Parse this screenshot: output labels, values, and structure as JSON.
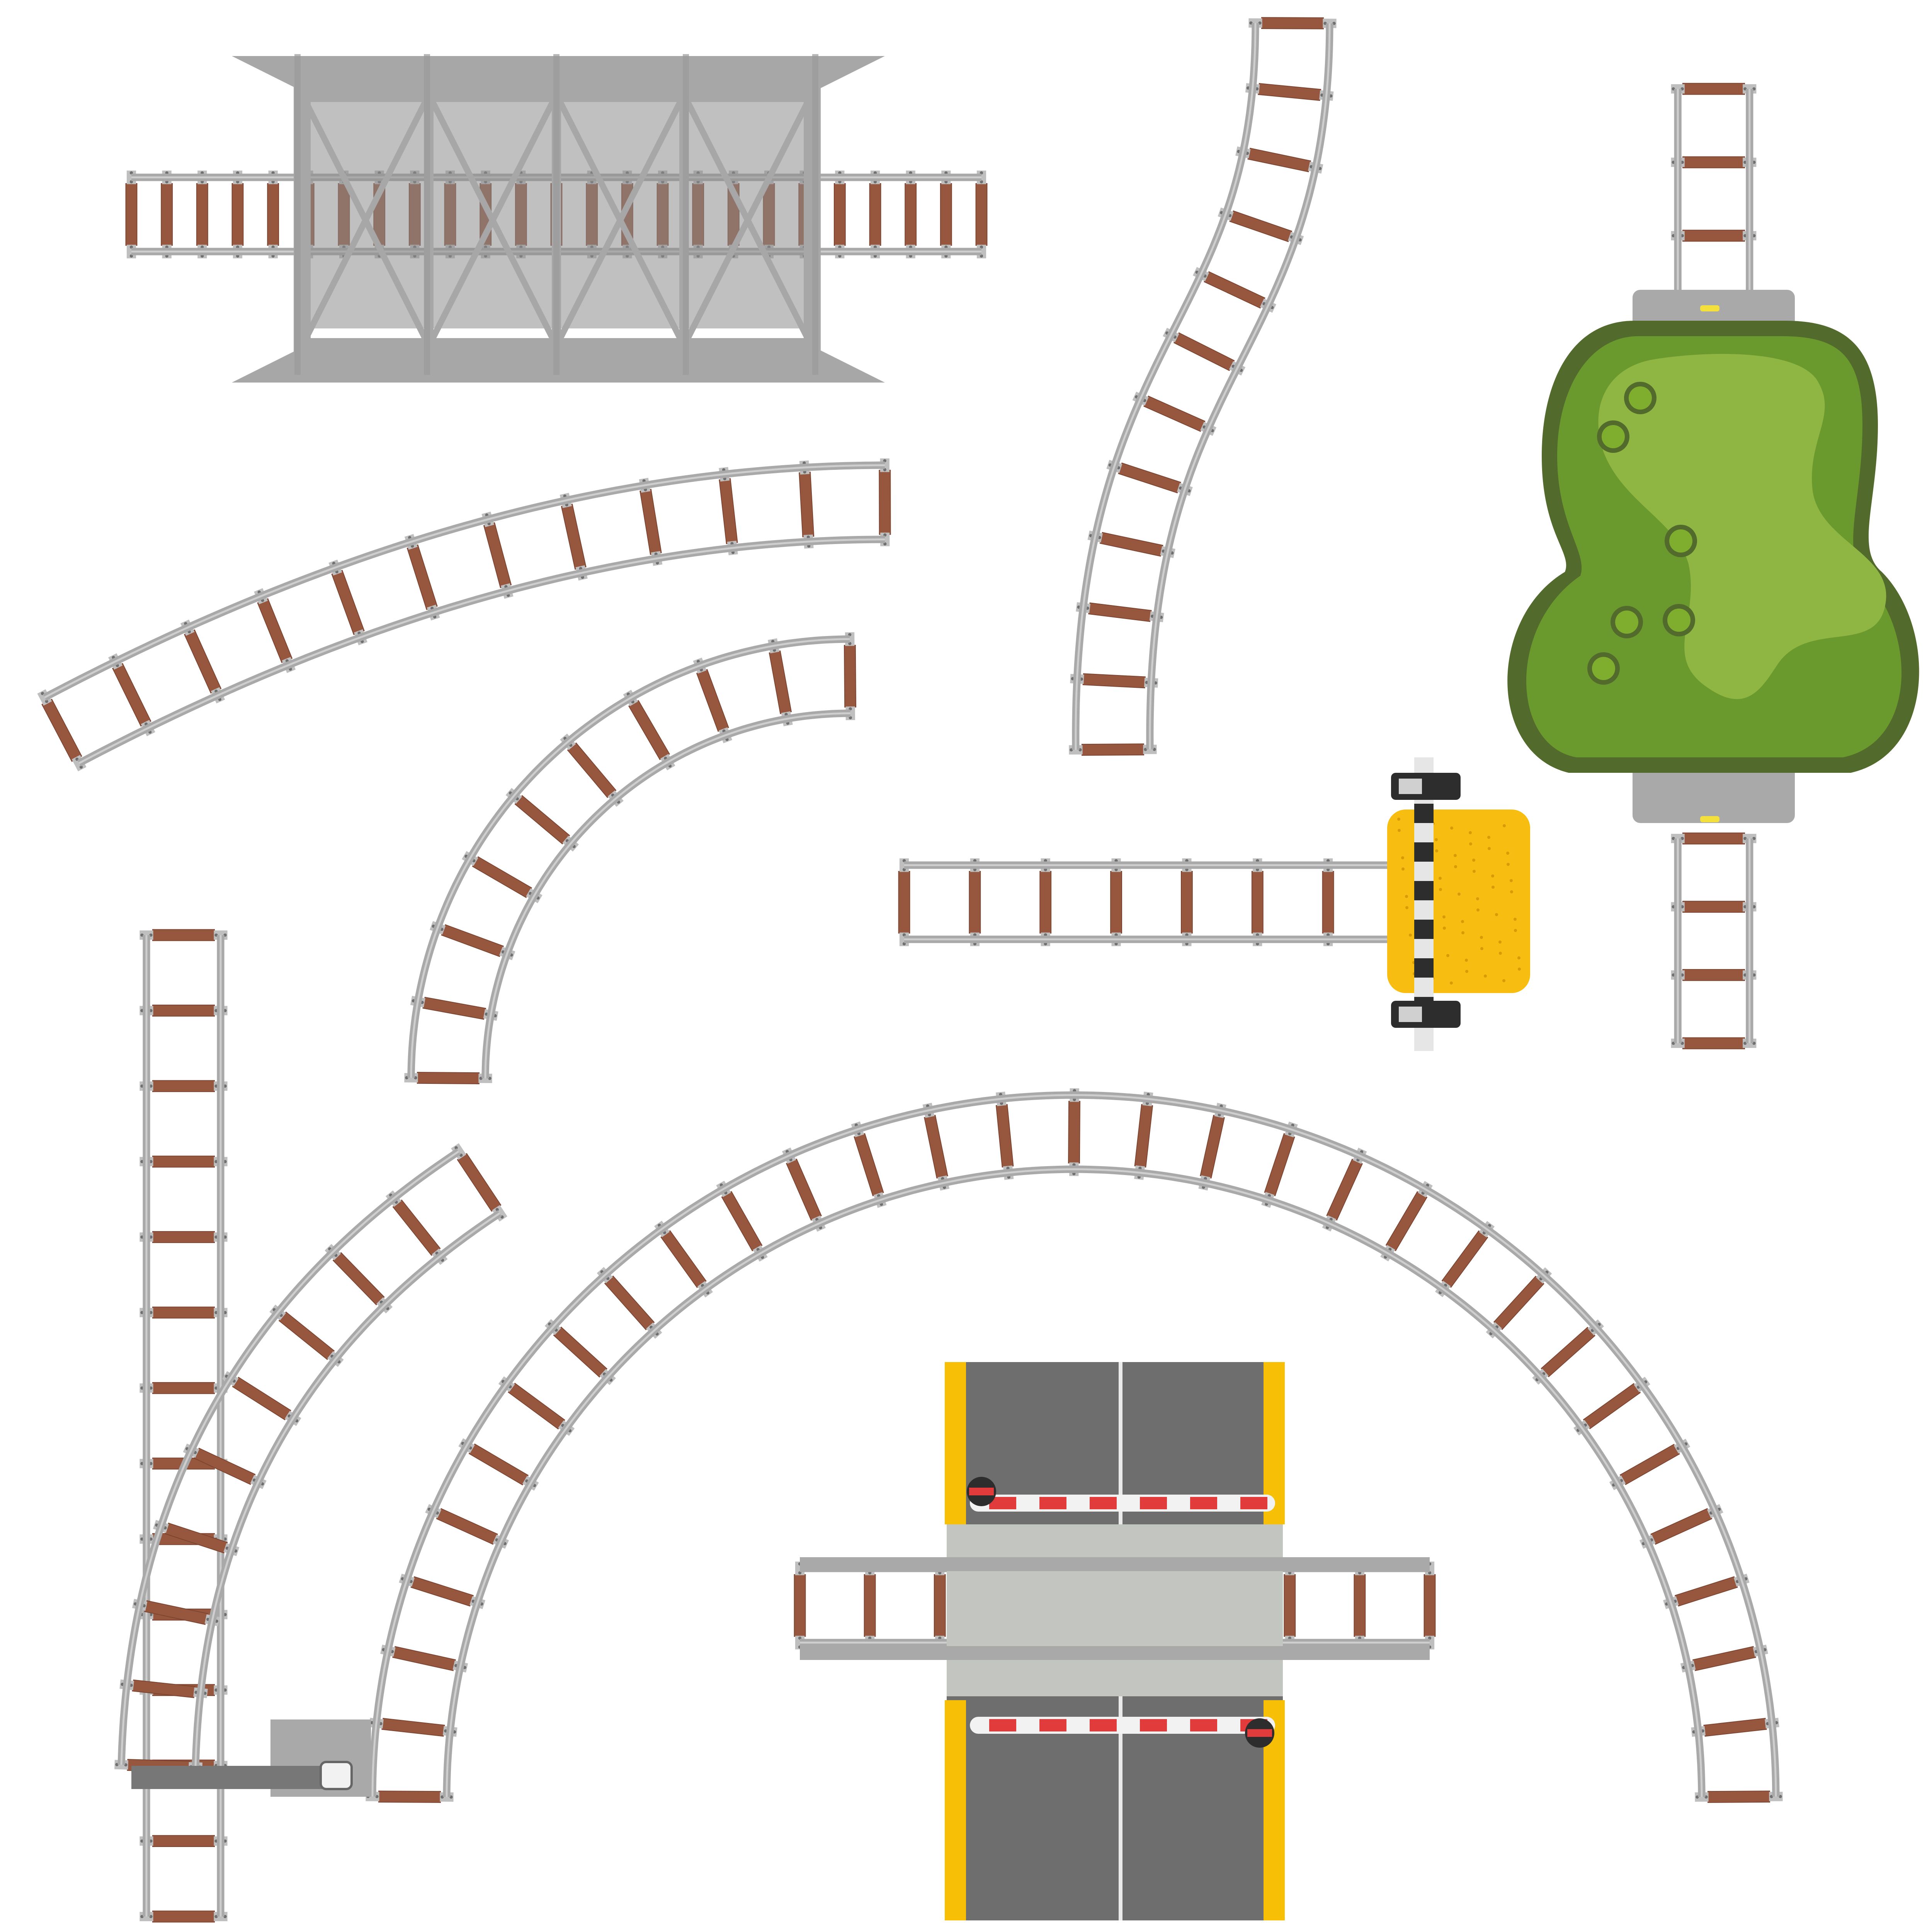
{
  "title": "",
  "colors": {
    "background": "#ffffff",
    "sleeper": "#97573f",
    "sleeper_edge": "#7c4430",
    "rail": "#a9a9a9",
    "rail_highlight": "#d2d2d2",
    "plate": "#bfbfbf",
    "bolt": "#6f6f6f",
    "bridge_frame": "#a7a7a7",
    "bridge_deck": "#8c8c8c",
    "tunnel_dark": "#526a2c",
    "tunnel_mid": "#6a9a2e",
    "tunnel_light": "#8fb543",
    "bush": "#7fae2f",
    "bumper_yellow": "#f7bd10",
    "crossing_road": "#6e6e6e",
    "crossing_pad": "#c3c5c1",
    "crossing_edge": "#f7c006",
    "barrier_red": "#e23b3b",
    "barrier_white": "#f2f2f2"
  },
  "pieces": [
    {
      "id": "bridge-segment",
      "icon": "bridge-icon"
    },
    {
      "id": "long-gentle-curve",
      "icon": "curved-track-icon"
    },
    {
      "id": "s-curve",
      "icon": "s-curve-track-icon"
    },
    {
      "id": "tunnel-segment",
      "icon": "tunnel-icon"
    },
    {
      "id": "quarter-curve",
      "icon": "curved-track-icon"
    },
    {
      "id": "buffer-stop",
      "icon": "buffer-stop-icon"
    },
    {
      "id": "switch-turnout",
      "icon": "switch-icon"
    },
    {
      "id": "half-circle-arch",
      "icon": "arch-track-icon"
    },
    {
      "id": "level-crossing",
      "icon": "level-crossing-icon"
    }
  ]
}
